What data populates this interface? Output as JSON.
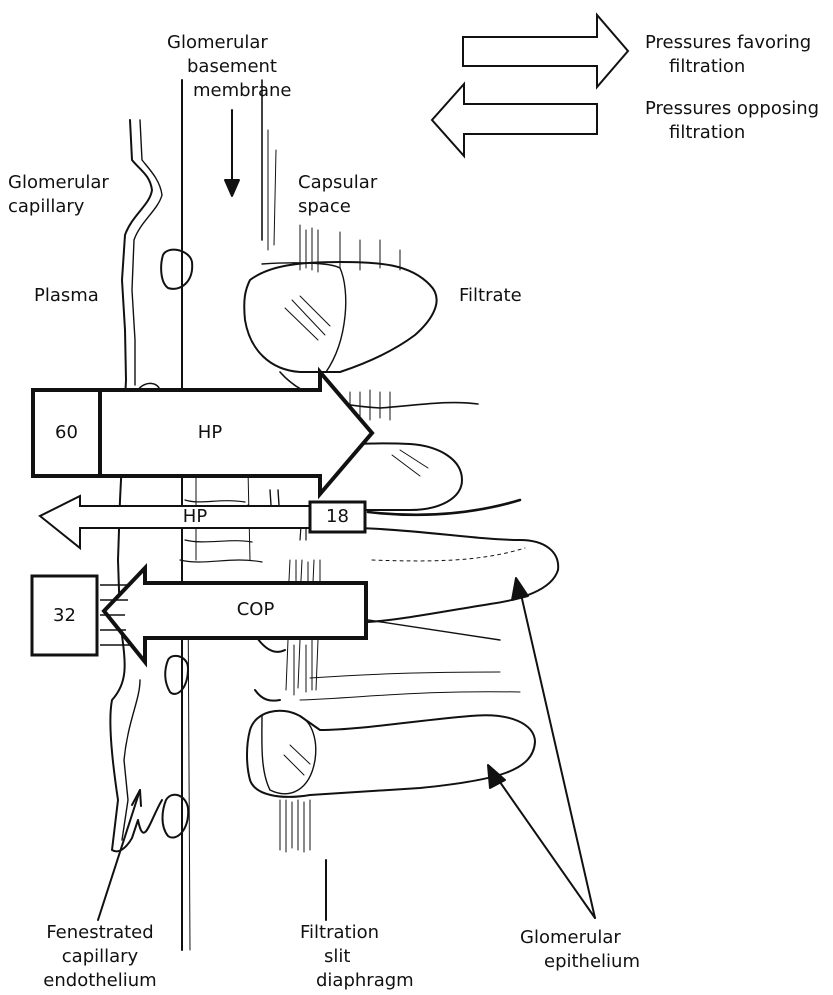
{
  "legend": {
    "favoring": [
      "Pressures favoring",
      "filtration"
    ],
    "opposing": [
      "Pressures opposing",
      "filtration"
    ]
  },
  "labels": {
    "gbm": [
      "Glomerular",
      "basement",
      "membrane"
    ],
    "capillary": [
      "Glomerular",
      "capillary"
    ],
    "capsular_space": [
      "Capsular",
      "space"
    ],
    "plasma": "Plasma",
    "filtrate": "Filtrate",
    "endothelium": [
      "Fenestrated",
      "capillary",
      "endothelium"
    ],
    "slit": [
      "Filtration",
      "slit",
      "diaphragm"
    ],
    "epithelium": [
      "Glomerular",
      "epithelium"
    ]
  },
  "forces": [
    {
      "label": "HP",
      "value": "60",
      "direction": "favoring"
    },
    {
      "label": "HP",
      "value": "18",
      "direction": "opposing"
    },
    {
      "label": "COP",
      "value": "32",
      "direction": "opposing"
    }
  ],
  "colors": {
    "line": "#111111",
    "background": "#ffffff"
  }
}
